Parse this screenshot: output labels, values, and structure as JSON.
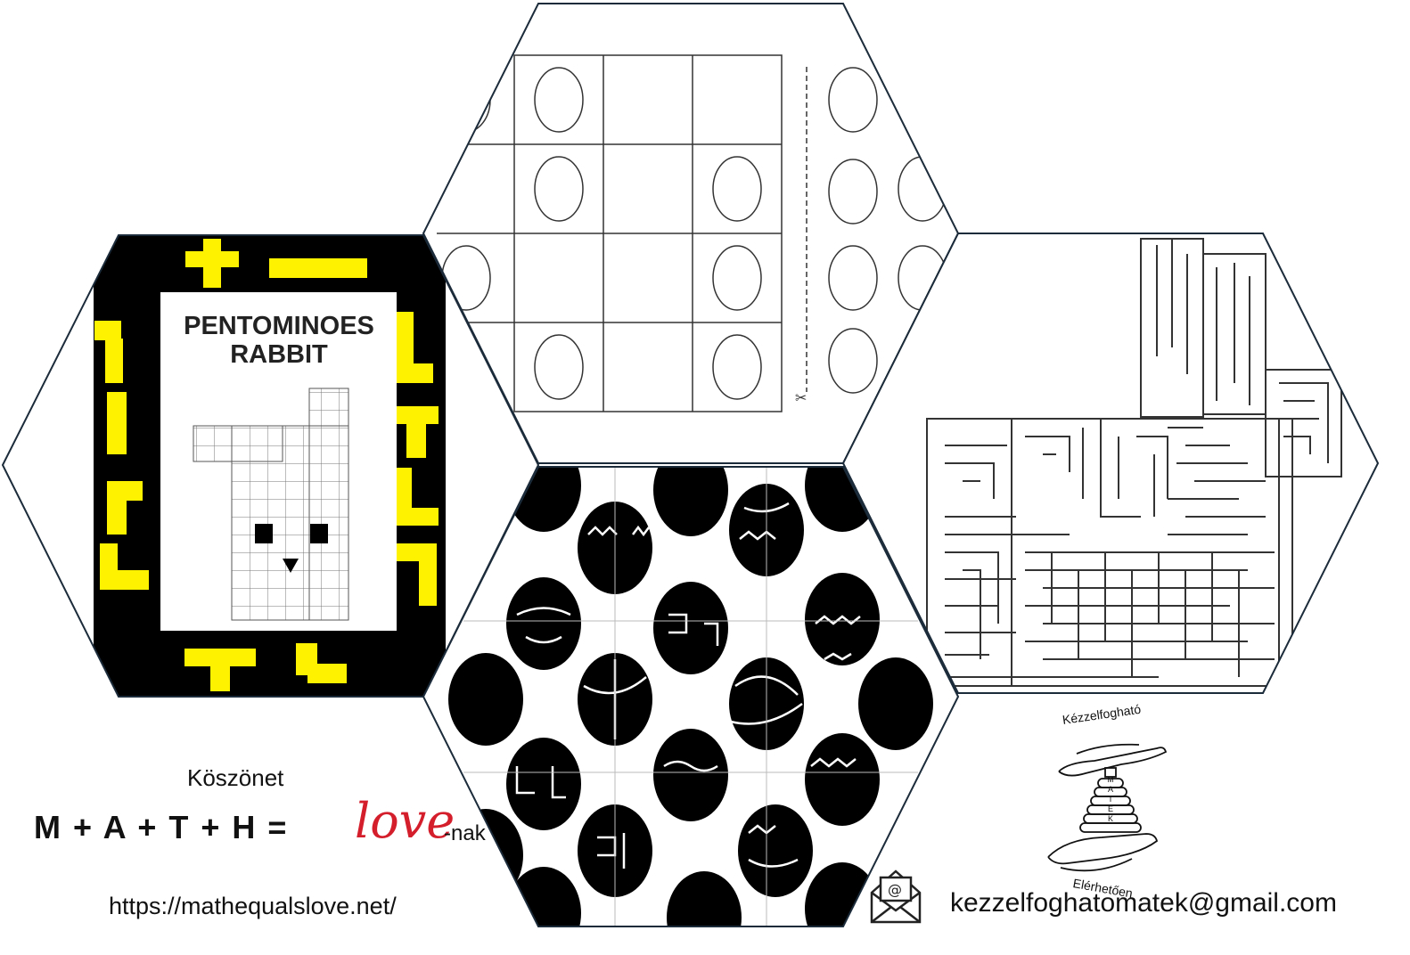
{
  "panels": {
    "pentomino": {
      "title_line1": "PENTOMINOES",
      "title_line2": "RABBIT"
    },
    "egg_grid": {
      "rows": 4,
      "cols": 3
    },
    "maze": {},
    "egg_pattern": {}
  },
  "credits": {
    "thanks": "Köszönet",
    "math_equation": "M + A + T + H =",
    "love_word": "love",
    "suffix": "-nak",
    "url": "https://mathequalslove.net/"
  },
  "contact": {
    "email_icon": "mail-envelope-icon",
    "email": "kezzelfoghatomatek@gmail.com"
  },
  "logo": {
    "top_text": "Kézzelfogható",
    "bottom_text": "Elérhetően",
    "stack_letters": "MATEK",
    "icon": "hands-stacking-rings-icon"
  },
  "colors": {
    "yellow": "#fff200",
    "black": "#000000",
    "love_red": "#d41e2c",
    "hex_stroke": "#1c2b3a"
  }
}
